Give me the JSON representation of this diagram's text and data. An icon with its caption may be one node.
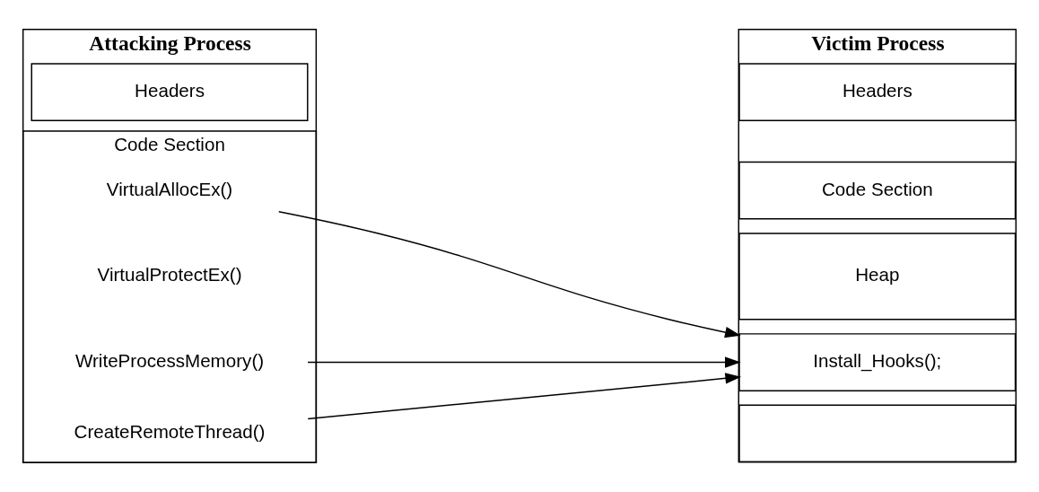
{
  "diagram": {
    "nodes": [
      {
        "text": [
          "Attacking Process"
        ]
      },
      {
        "text": [
          "Headers"
        ],
        "in": 0
      },
      {
        "text": [
          "Code Section"
        ],
        "in": 0
      },
      {
        "text": [
          "VirtualAllocEx()"
        ],
        "in": 2
      },
      {
        "text": [
          "VirtualProtectEx()"
        ],
        "in": 2
      },
      {
        "text": [
          "WriteProcessMemory()"
        ],
        "in": 2
      },
      {
        "text": [
          "CreateRemoteThread()"
        ],
        "in": 2
      },
      {
        "text": [
          "Victim Process"
        ]
      },
      {
        "text": [
          "Headers"
        ],
        "in": 7
      },
      {
        "text": [
          "Code Section"
        ],
        "in": 7
      },
      {
        "text": [
          "Heap"
        ],
        "in": 7
      },
      {
        "text": [
          "Install_Hooks();"
        ],
        "in": 7
      },
      {
        "text": [],
        "shape": "box",
        "in": 7
      }
    ],
    "edges": [
      {
        "from": 3,
        "to": 11,
        "arrow": "to"
      },
      {
        "from": 5,
        "to": 11,
        "arrow": "to"
      },
      {
        "from": 6,
        "to": 11,
        "arrow": "to"
      }
    ]
  }
}
